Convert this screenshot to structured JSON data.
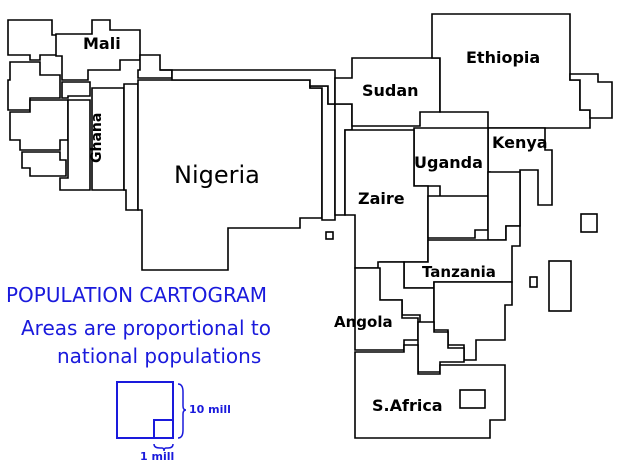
{
  "map": {
    "title": "POPULATION CARTOGRAM",
    "subtitle_line1": "Areas are proportional to",
    "subtitle_line2": "national populations",
    "accent_color": "#1a1adc",
    "outline_color": "#000000"
  },
  "countries": {
    "mali": "Mali",
    "ghana": "Ghana",
    "nigeria": "Nigeria",
    "sudan": "Sudan",
    "ethiopia": "Ethiopia",
    "kenya": "Kenya",
    "uganda": "Uganda",
    "zaire": "Zaire",
    "tanzania": "Tanzania",
    "angola": "Angola",
    "s_africa": "S.Africa"
  },
  "scale_legend": {
    "large_label": "10 mill",
    "small_label": "1 mill",
    "large_value_millions": 10,
    "small_value_millions": 1
  }
}
